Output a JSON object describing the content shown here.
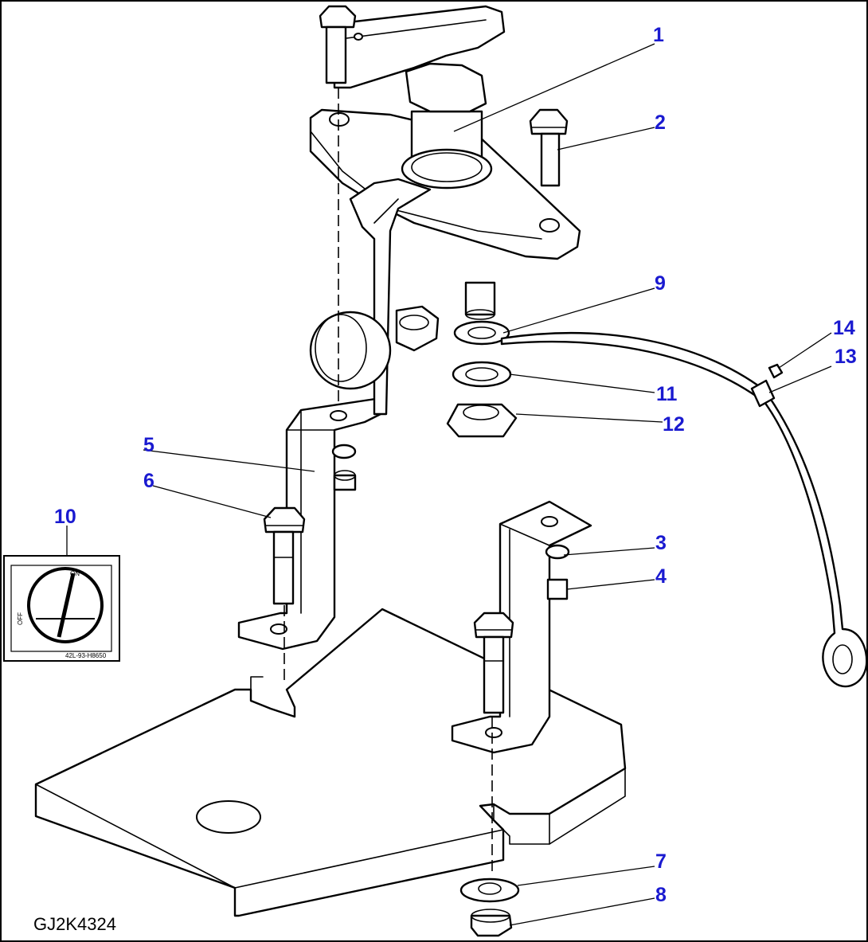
{
  "drawing_code": "GJ2K4324",
  "callouts": [
    {
      "id": "callout-1",
      "label": "1"
    },
    {
      "id": "callout-2",
      "label": "2"
    },
    {
      "id": "callout-3",
      "label": "3"
    },
    {
      "id": "callout-4",
      "label": "4"
    },
    {
      "id": "callout-5",
      "label": "5"
    },
    {
      "id": "callout-6",
      "label": "6"
    },
    {
      "id": "callout-7",
      "label": "7"
    },
    {
      "id": "callout-8",
      "label": "8"
    },
    {
      "id": "callout-9",
      "label": "9"
    },
    {
      "id": "callout-10",
      "label": "10"
    },
    {
      "id": "callout-11",
      "label": "11"
    },
    {
      "id": "callout-12",
      "label": "12"
    },
    {
      "id": "callout-13",
      "label": "13"
    },
    {
      "id": "callout-14",
      "label": "14"
    }
  ],
  "decal": {
    "on_label": "ON",
    "off_label": "OFF",
    "code": "42L-93-H8650"
  },
  "colors": {
    "callout": "#1a1ad0",
    "line": "#000000",
    "background": "#ffffff"
  }
}
